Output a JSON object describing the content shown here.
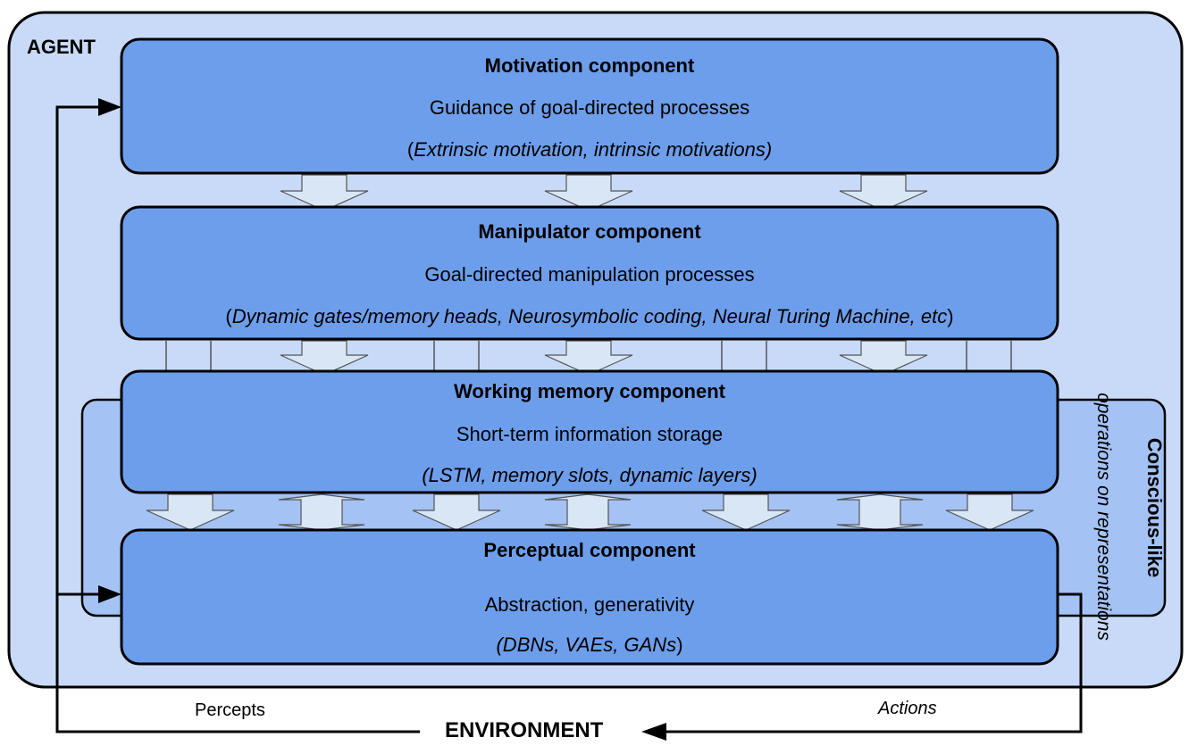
{
  "agent": {
    "label": "AGENT"
  },
  "environment": {
    "label": "ENVIRONMENT"
  },
  "flows": {
    "percepts": "Percepts",
    "actions": "Actions"
  },
  "conscious": {
    "title": "Conscious-like",
    "subtitle": "operations on representations"
  },
  "components": {
    "motivation": {
      "title": "Motivation component",
      "subtitle": "Guidance of goal-directed processes",
      "examples_open": "(",
      "examples": "Extrinsic motivation, intrinsic motivations)",
      "examples_close": ""
    },
    "manipulator": {
      "title": "Manipulator component",
      "subtitle": "Goal-directed manipulation processes",
      "examples_open": "(",
      "examples": "Dynamic gates/memory heads, Neurosymbolic coding, Neural Turing Machine, etc",
      "examples_close": ")"
    },
    "working_memory": {
      "title": "Working memory component",
      "subtitle": "Short-term information storage",
      "examples_open": "",
      "examples": "(LSTM, memory slots, dynamic layers)",
      "examples_close": ""
    },
    "perceptual": {
      "title": "Perceptual component",
      "subtitle": "Abstraction, generativity",
      "examples_open": "",
      "examples": "(DBNs, VAEs, GANs",
      "examples_close": ")"
    }
  },
  "colors": {
    "agent_fill": "#c9daf8",
    "component_fill": "#6d9eeb",
    "conscious_fill": "#a4c2f4",
    "arrow_fill": "#d9e6f6",
    "stroke": "#000000"
  }
}
